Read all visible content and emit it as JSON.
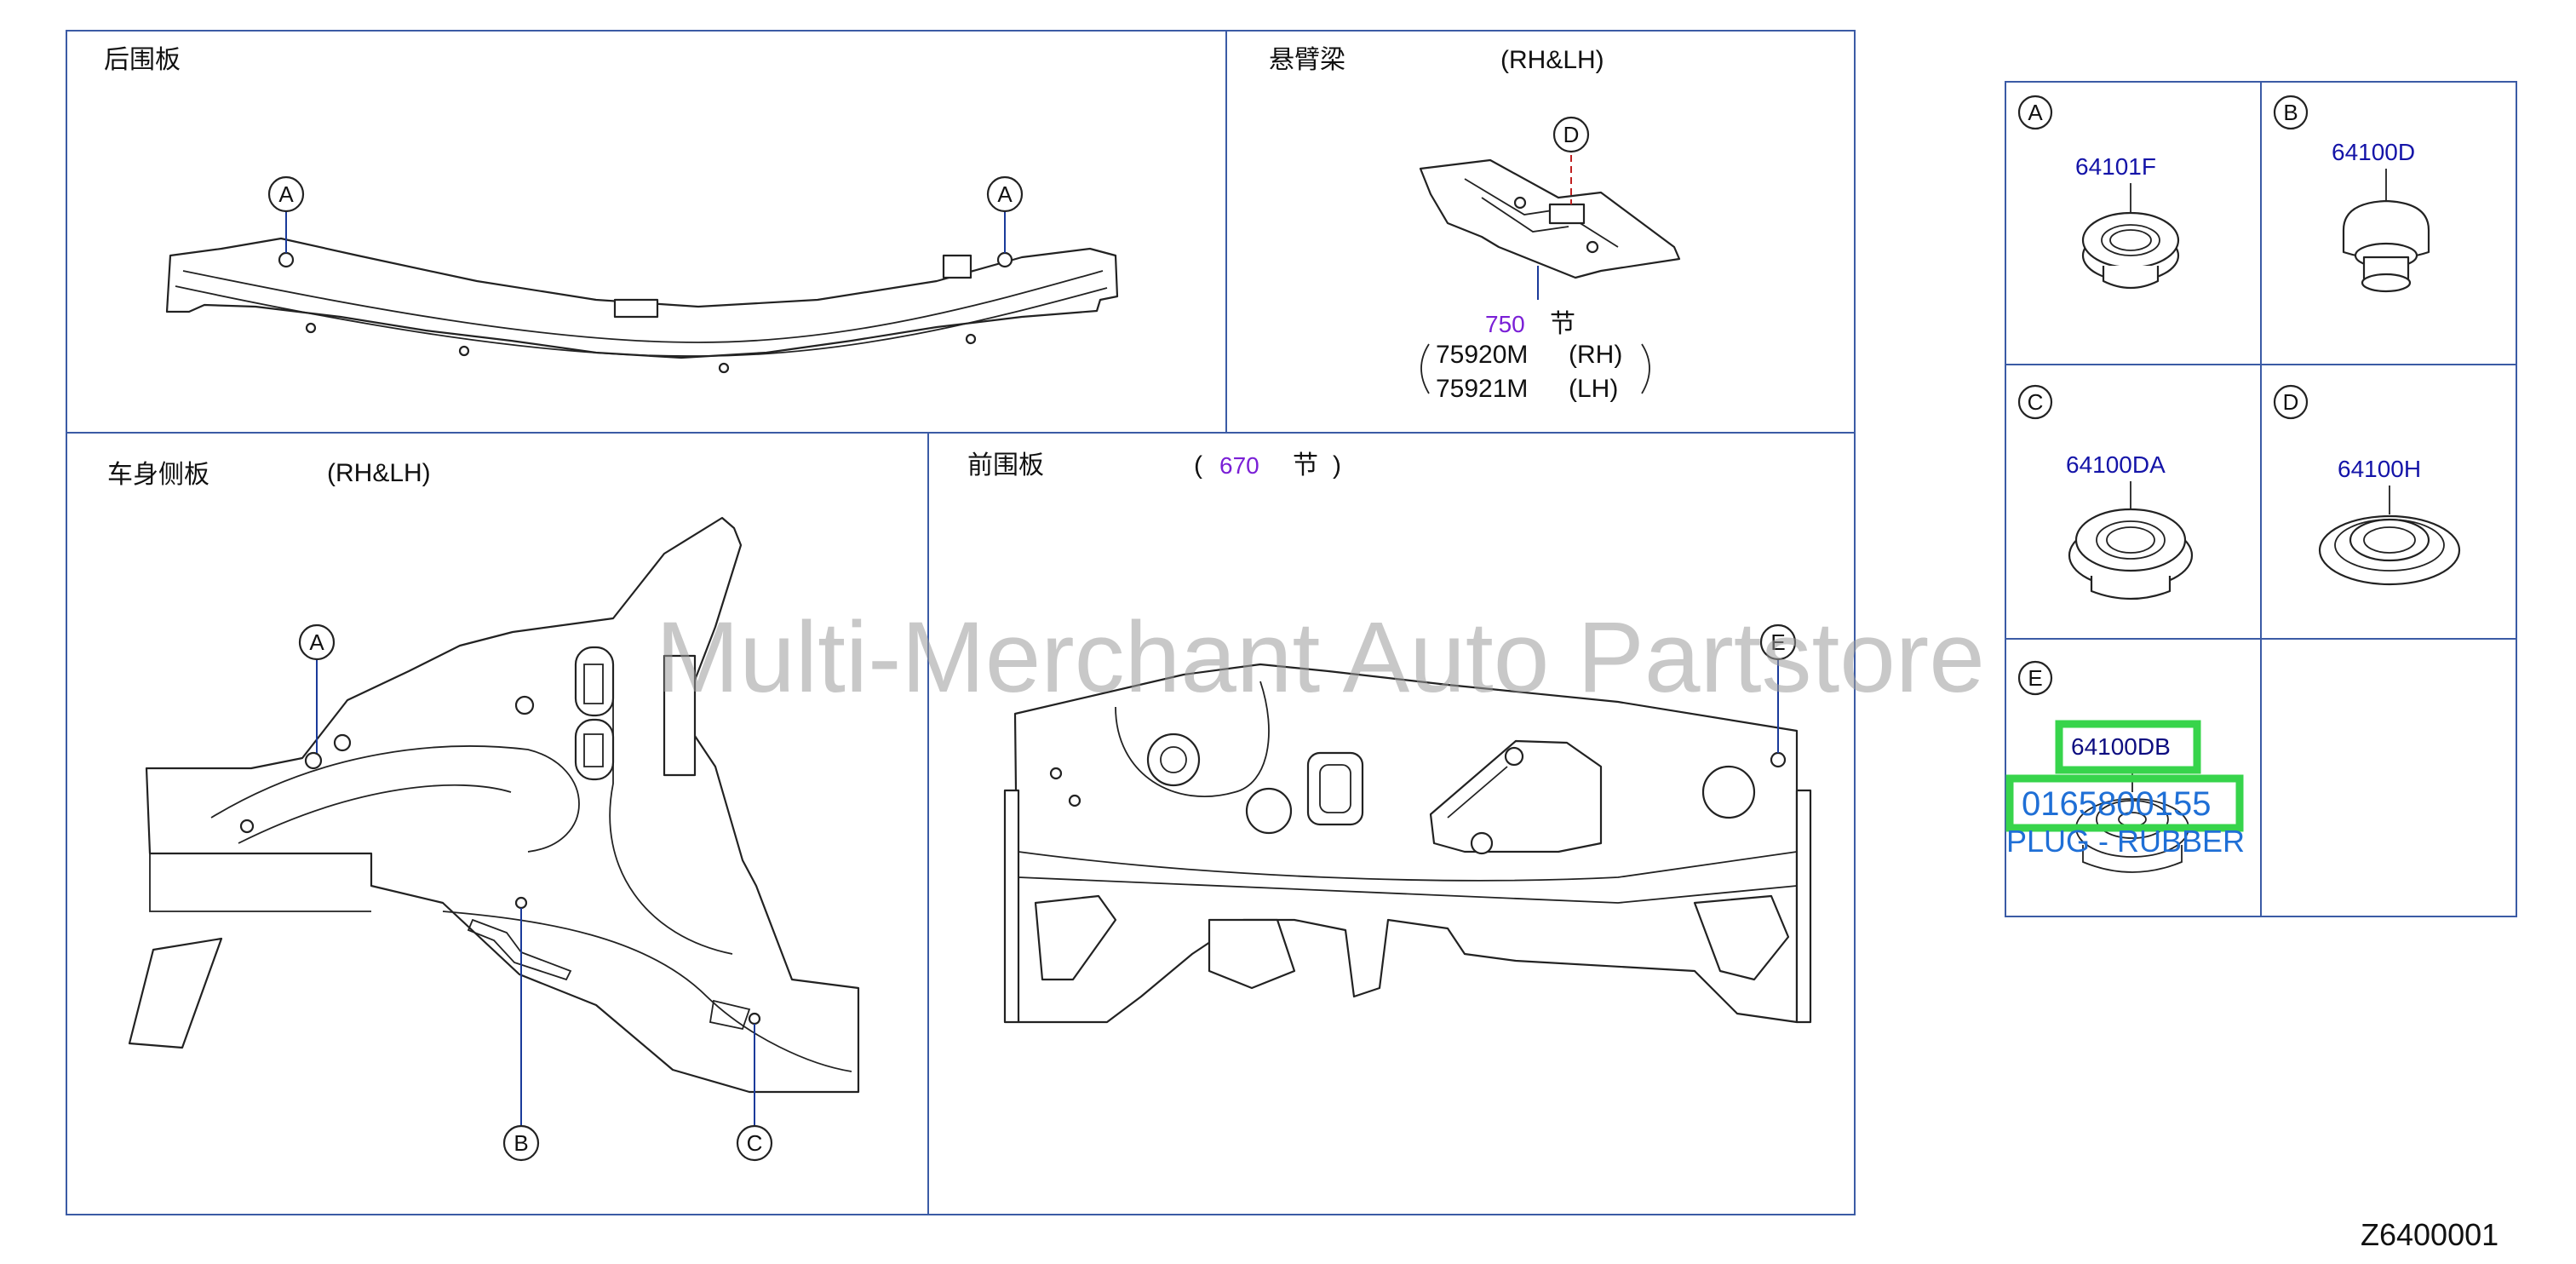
{
  "panels": {
    "rear": {
      "title": "后围板"
    },
    "arm": {
      "title": "悬臂梁",
      "side": "(RH&LH)",
      "section_num": "750",
      "section_unit": "节",
      "rows": [
        {
          "part": "75920M",
          "side": "(RH)"
        },
        {
          "part": "75921M",
          "side": "(LH)"
        }
      ]
    },
    "body_side": {
      "title": "车身侧板",
      "side": "(RH&LH)"
    },
    "front": {
      "title": "前围板",
      "paren_open": "(",
      "section_num": "670",
      "section_unit": "节",
      "paren_close": ")"
    }
  },
  "callouts": [
    "A",
    "B",
    "C",
    "D",
    "E"
  ],
  "grid": {
    "cells": [
      {
        "letter": "A",
        "part": "64101F"
      },
      {
        "letter": "B",
        "part": "64100D"
      },
      {
        "letter": "C",
        "part": "64100DA"
      },
      {
        "letter": "D",
        "part": "64100H"
      },
      {
        "letter": "E",
        "part": "64100DB"
      }
    ],
    "highlight_code": "0165800155",
    "highlight_desc": "PLUG - RUBBER"
  },
  "watermark": "Multi-Merchant Auto Partstore",
  "diagram_id": "Z6400001",
  "colors": {
    "frame": "#3b5ba5",
    "part_number": "#1414a8",
    "section": "#7a1fd6",
    "highlight": "#37d44b",
    "code": "#1f6fd6"
  }
}
